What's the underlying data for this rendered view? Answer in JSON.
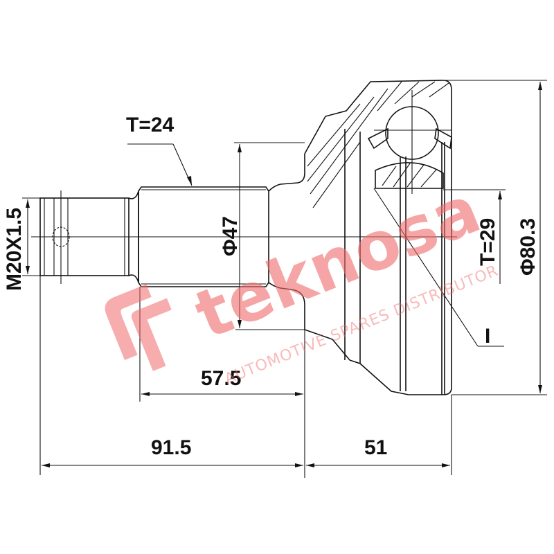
{
  "drawing": {
    "title": "CV joint technical drawing",
    "part_type": "outer CV joint",
    "dimensions": {
      "thread": "M20X1.5",
      "shaft_spline": "T=24",
      "shaft_diameter": "Φ47",
      "bell_spline": "T=29",
      "outer_diameter": "Φ80.3",
      "shaft_length": "57.5",
      "stub_total_length": "91.5",
      "bell_length": "51",
      "abs_marker": "I"
    }
  },
  "watermark": {
    "brand": "teknosa",
    "tagline": "AUTOMOTIVE SPARES DISTRIBUTOR",
    "color": "#f06a6a"
  }
}
